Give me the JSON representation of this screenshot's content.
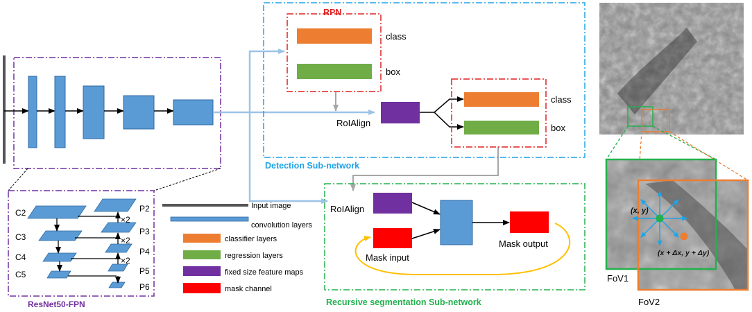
{
  "colors": {
    "backbone_frame": "#7030a0",
    "detection_frame": "#1fa3e8",
    "rpn_frame": "#e02020",
    "segmentation_frame": "#22b14c",
    "conv_blue": "#5b9bd5",
    "conv_border": "#2e6aa3",
    "classifier_orange": "#ed7d31",
    "regression_green": "#70ad47",
    "feature_purple": "#7030a0",
    "mask_red": "#ff0000",
    "light_arrow": "#9dc3e6",
    "grey_arrow": "#a6a6a6",
    "recursion_yellow": "#ffc000",
    "fov1": "#22b14c",
    "fov2": "#ed7d31"
  },
  "labels": {
    "rpn_title": "RPN",
    "rpn_class": "class",
    "rpn_box": "box",
    "roialign_det": "RoIAlign",
    "det_class": "class",
    "det_box": "box",
    "detection_title": "Detection Sub-network",
    "backbone_title": "ResNet50-FPN",
    "segmentation_title": "Recursive segmentation Sub-network",
    "roialign_seg": "RoIAlign",
    "mask_input": "Mask input",
    "mask_output": "Mask output",
    "fov1": "FoV1",
    "fov2": "FoV2",
    "coord_xy": "(x, y)",
    "coord_shift": "(x + Δx, y + Δy)"
  },
  "fpn": {
    "left_levels": [
      "C2",
      "C3",
      "C4",
      "C5"
    ],
    "right_levels": [
      "P2",
      "P3",
      "P4",
      "P5",
      "P6"
    ],
    "upsample": [
      "×2",
      "×2",
      "×2"
    ]
  },
  "legend": [
    {
      "key": "input",
      "label": "Input image"
    },
    {
      "key": "conv",
      "label": "convolution layers"
    },
    {
      "key": "classifier",
      "label": "classifier layers"
    },
    {
      "key": "regression",
      "label": "regression layers"
    },
    {
      "key": "feature",
      "label": "fixed size feature maps"
    },
    {
      "key": "mask",
      "label": "mask channel"
    }
  ]
}
